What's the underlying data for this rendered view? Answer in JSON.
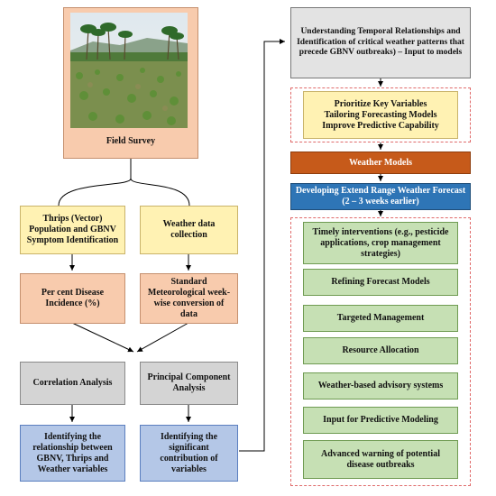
{
  "field_survey": {
    "label": "Field Survey"
  },
  "thrips_box": {
    "label": "Thrips (Vector) Population and GBNV Symptom Identification"
  },
  "weather_collection": {
    "label": "Weather data collection"
  },
  "disease_incidence": {
    "label": "Per cent Disease Incidence (%)"
  },
  "smw_conversion": {
    "label": "Standard Meteorological week-wise conversion of data"
  },
  "correlation": {
    "label": "Correlation Analysis"
  },
  "pca": {
    "label": "Principal Component Analysis"
  },
  "relationship": {
    "label": "Identifying the relationship between GBNV, Thrips and Weather variables"
  },
  "contribution": {
    "label": "Identifying the significant contribution of variables"
  },
  "understanding": {
    "label": "Understanding Temporal Relationships and Identification of critical weather patterns that precede GBNV outbreaks) – Input to models"
  },
  "prioritize": {
    "lines": [
      "Prioritize Key Variables",
      "Tailoring Forecasting Models",
      "Improve Predictive Capability"
    ]
  },
  "weather_models": {
    "label": "Weather Models"
  },
  "extended_forecast": {
    "label": "Developing Extend Range Weather Forecast (2 – 3 weeks earlier)"
  },
  "outcomes": [
    "Timely interventions (e.g., pesticide applications, crop management strategies)",
    "Refining Forecast Models",
    "Targeted Management",
    "Resource Allocation",
    "Weather-based advisory systems",
    "Input for Predictive Modeling",
    "Advanced warning of potential disease outbreaks"
  ]
}
